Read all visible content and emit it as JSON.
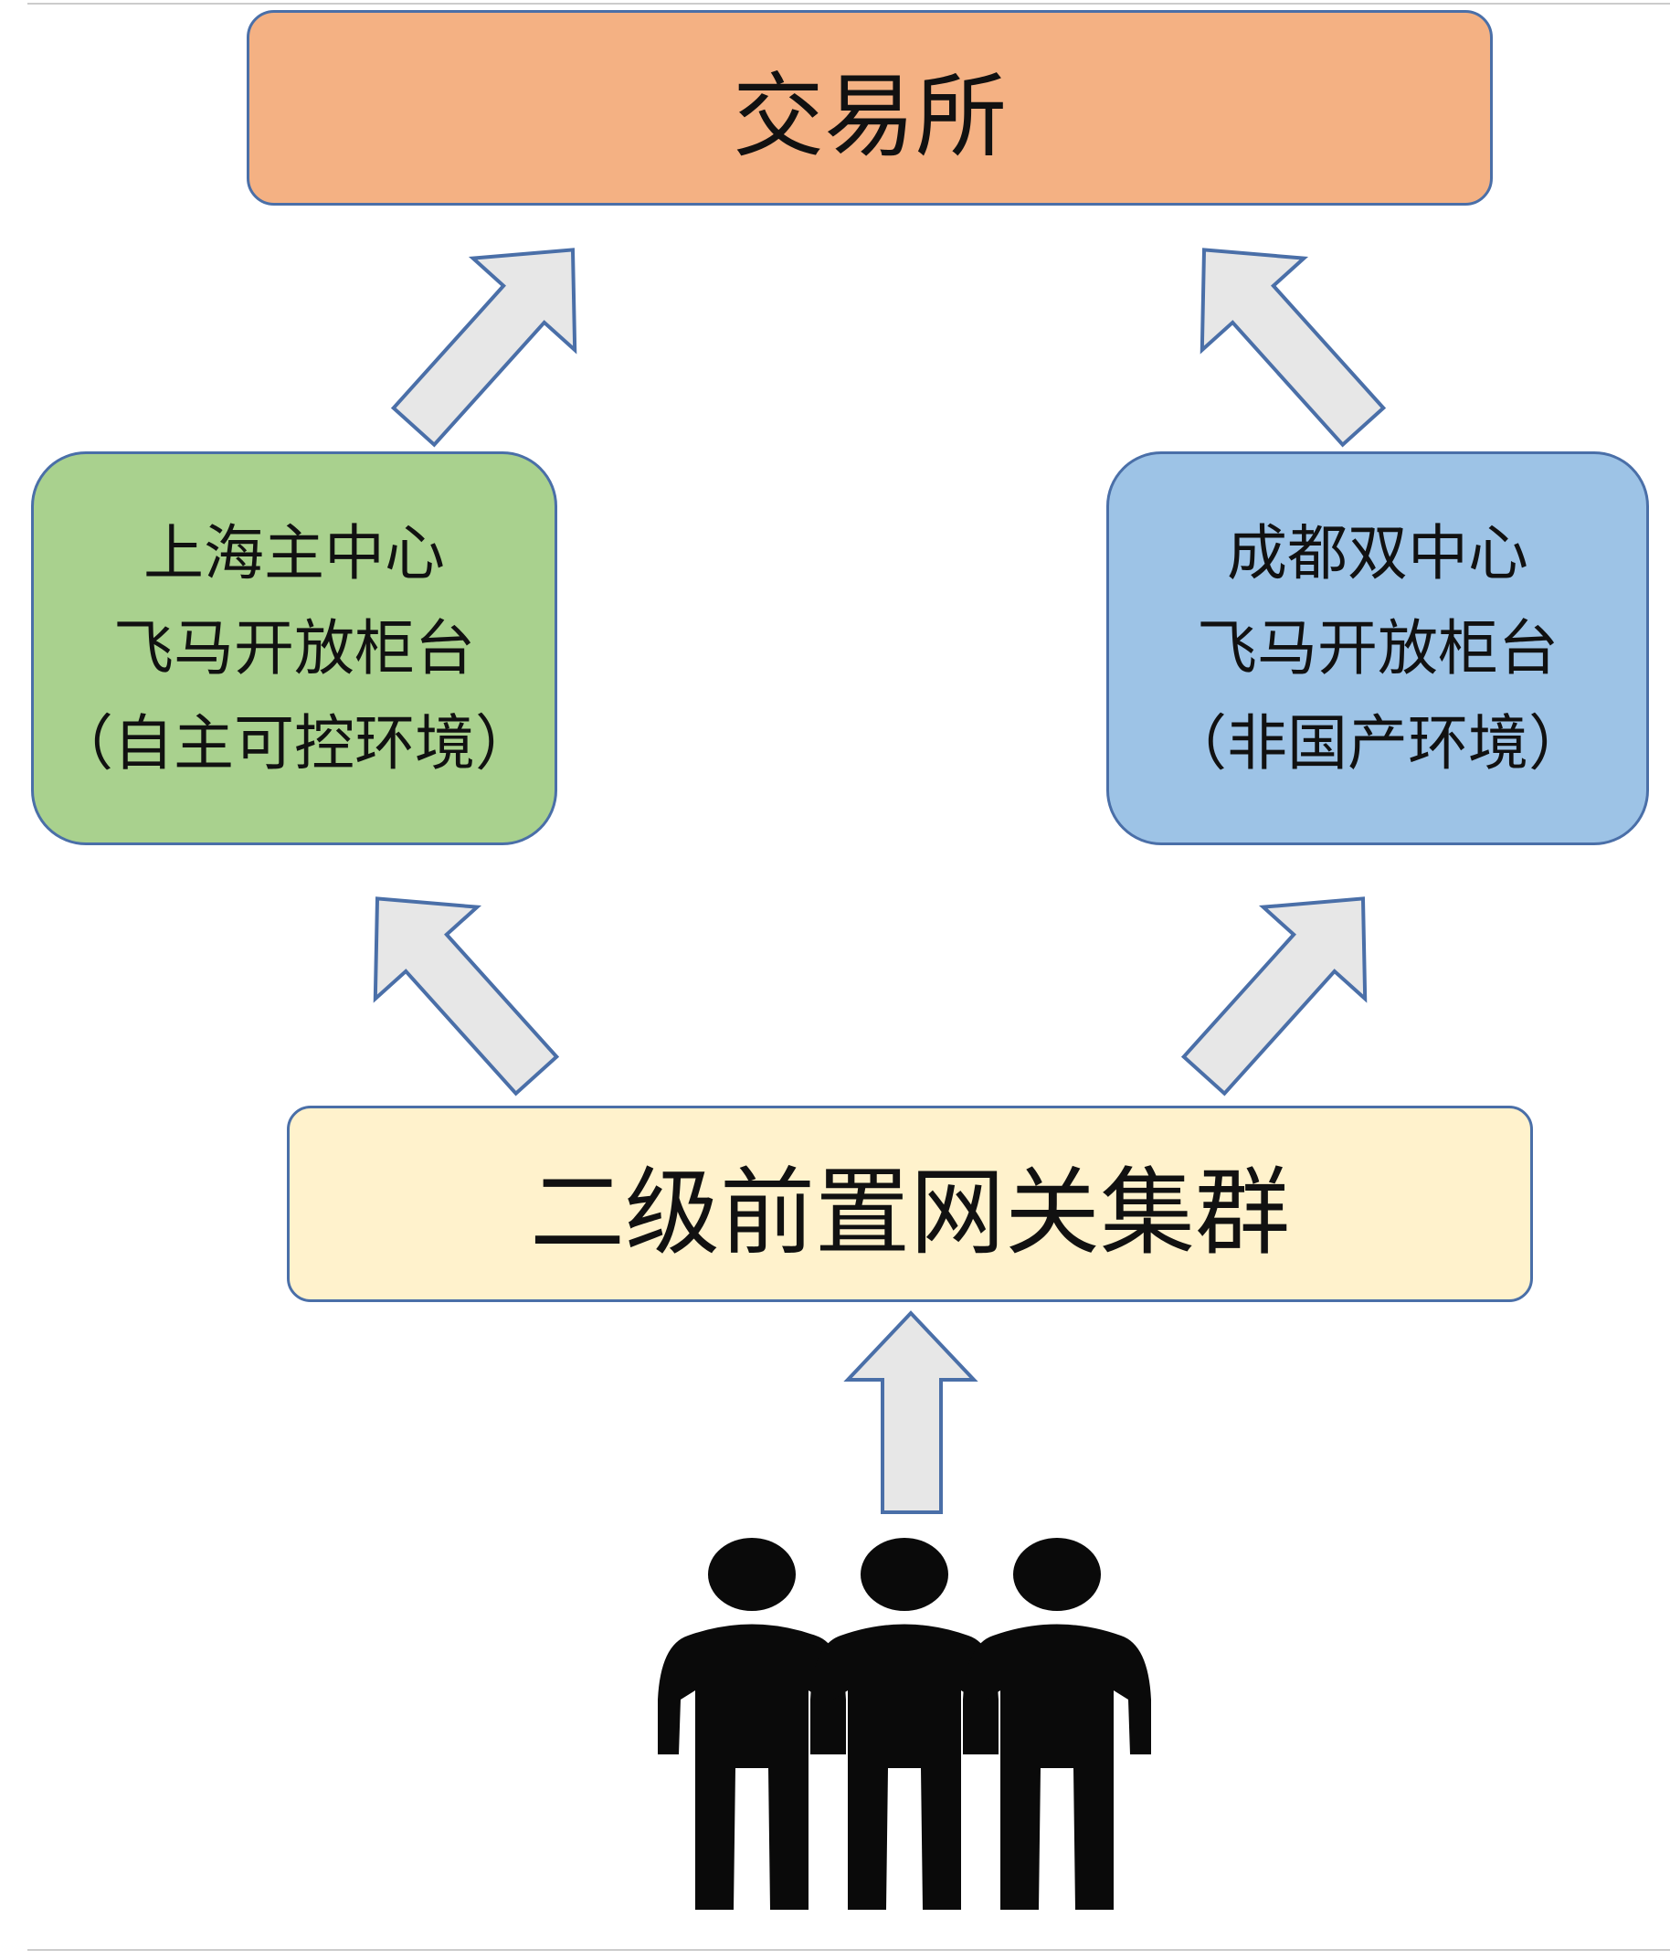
{
  "exchange": {
    "label": "交易所",
    "color": "#f4b183"
  },
  "shanghai": {
    "lines": [
      "上海主中心",
      "飞马开放柜台",
      "（自主可控环境）"
    ],
    "color": "#a9d18e"
  },
  "chengdu": {
    "lines": [
      "成都双中心",
      "飞马开放柜台",
      "（非国产环境）"
    ],
    "color": "#9dc3e6"
  },
  "gateway": {
    "label": "二级前置网关集群",
    "color": "#fff2cc"
  },
  "users": {
    "icon": "people-group-icon"
  }
}
